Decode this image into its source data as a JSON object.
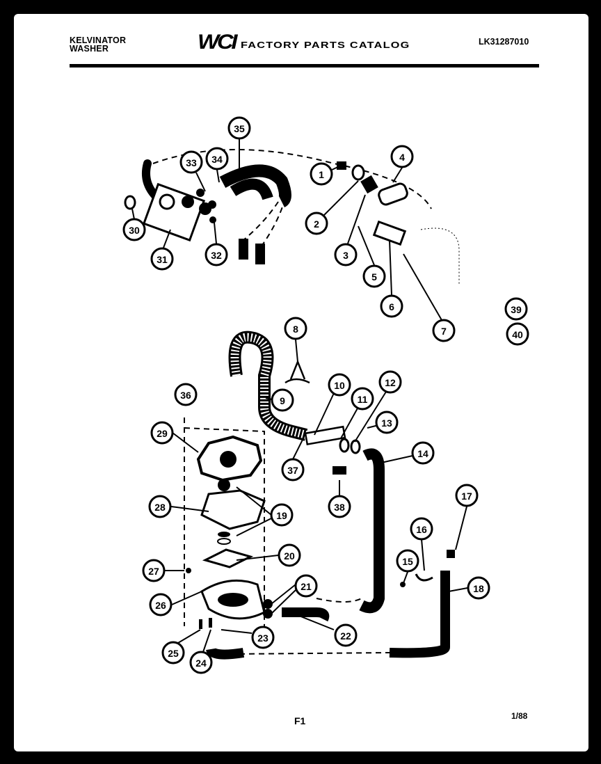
{
  "header": {
    "brand_line1": "KELVINATOR",
    "brand_line2": "WASHER",
    "logo": "WCI",
    "catalog_title": "FACTORY PARTS CATALOG",
    "model_number": "LK31287010"
  },
  "footer": {
    "figure": "F1",
    "date": "1/88"
  },
  "callouts": [
    "1",
    "2",
    "3",
    "4",
    "5",
    "6",
    "7",
    "8",
    "9",
    "10",
    "11",
    "12",
    "13",
    "14",
    "15",
    "16",
    "17",
    "18",
    "19",
    "20",
    "21",
    "22",
    "23",
    "24",
    "25",
    "26",
    "27",
    "28",
    "29",
    "30",
    "31",
    "32",
    "33",
    "34",
    "35",
    "36",
    "37",
    "38",
    "39",
    "40"
  ]
}
